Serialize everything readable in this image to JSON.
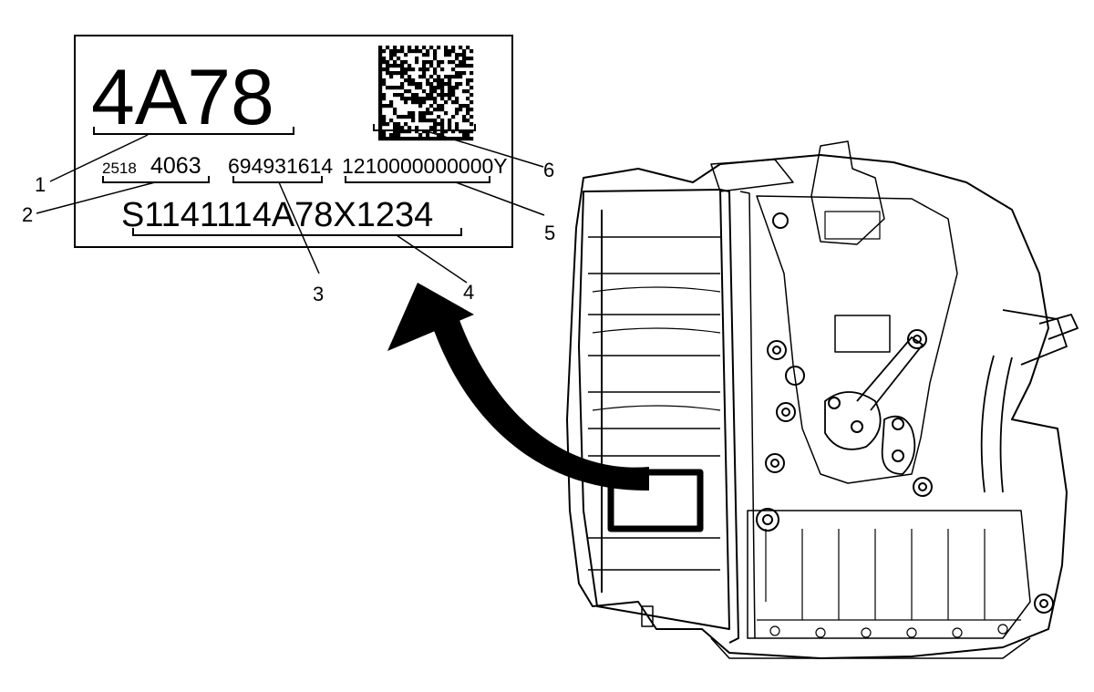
{
  "label_plate": {
    "model": "4A78",
    "date_prefix": "2518",
    "date_code": "4063",
    "part_number": "694931614",
    "code_right": "1210000000000Y",
    "serial": "S1141114A78X1234"
  },
  "callouts": [
    {
      "id": "1",
      "label": "1"
    },
    {
      "id": "2",
      "label": "2"
    },
    {
      "id": "3",
      "label": "3"
    },
    {
      "id": "4",
      "label": "4"
    },
    {
      "id": "5",
      "label": "5"
    },
    {
      "id": "6",
      "label": "6"
    }
  ],
  "icons": {
    "barcode": "datamatrix-barcode-icon",
    "arrow": "curved-arrow-icon",
    "transmission": "transmission-illustration"
  },
  "colors": {
    "ink": "#000000",
    "paper": "#ffffff"
  }
}
